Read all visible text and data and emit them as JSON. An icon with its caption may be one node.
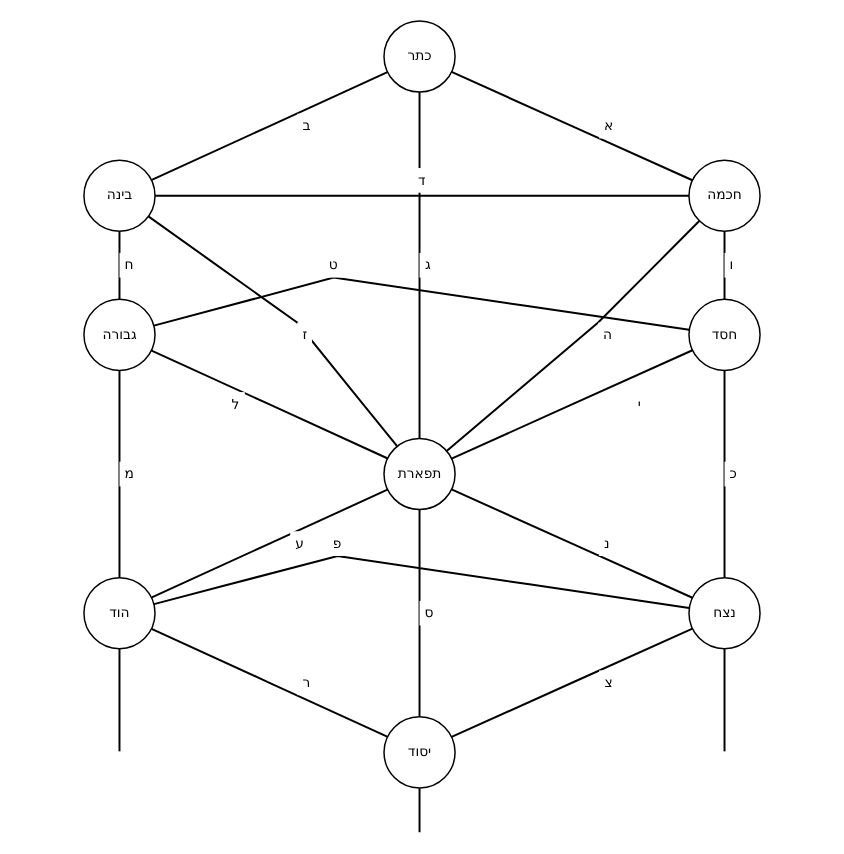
{
  "diagram": {
    "nodes": [
      {
        "text": [
          "כתר"
        ]
      },
      {
        "text": [
          "בינה"
        ]
      },
      {
        "text": [
          "חכמה"
        ]
      },
      {
        "text": [
          "גבורה"
        ]
      },
      {
        "text": [
          "חסד"
        ]
      },
      {
        "text": [
          "תפארת"
        ]
      },
      {
        "text": [
          "הוד"
        ]
      },
      {
        "text": [
          "נצח"
        ]
      },
      {
        "text": [
          "יסוד"
        ]
      }
    ],
    "edges": [
      {
        "from": 0,
        "to": 2,
        "arrow": "none",
        "label": "א"
      },
      {
        "from": 0,
        "to": 1,
        "arrow": "none",
        "label": "ב"
      },
      {
        "from": 0,
        "to": 5,
        "arrow": "none",
        "label": "ג"
      },
      {
        "from": 1,
        "to": 2,
        "arrow": "none",
        "label": "ד"
      },
      {
        "from": 2,
        "to": 5,
        "arrow": "none",
        "label": "ה"
      },
      {
        "from": 2,
        "to": 4,
        "arrow": "none",
        "label": "ו"
      },
      {
        "from": 1,
        "to": 5,
        "arrow": "none",
        "label": "ז"
      },
      {
        "from": 1,
        "to": 3,
        "arrow": "none",
        "label": "ח"
      },
      {
        "from": 3,
        "to": 4,
        "arrow": "none",
        "label": "ט"
      },
      {
        "from": 4,
        "to": 5,
        "arrow": "none",
        "label": "י"
      },
      {
        "from": 4,
        "to": 7,
        "arrow": "none",
        "label": "כ"
      },
      {
        "from": 3,
        "to": 5,
        "arrow": "none",
        "label": "ל"
      },
      {
        "from": 3,
        "to": 6,
        "arrow": "none",
        "label": "מ"
      },
      {
        "from": 5,
        "to": 7,
        "arrow": "none",
        "label": "נ"
      },
      {
        "from": 5,
        "to": 8,
        "arrow": "none",
        "label": "ס"
      },
      {
        "from": 5,
        "to": 6,
        "arrow": "none",
        "label": "ע"
      },
      {
        "from": 6,
        "to": 7,
        "arrow": "none",
        "label": "פ"
      },
      {
        "from": 7,
        "to": 8,
        "arrow": "none",
        "label": "צ"
      },
      {
        "from": 6,
        "to": 8,
        "arrow": "none",
        "label": "ר"
      },
      {
        "from": 6,
        "to": null,
        "arrow": "none"
      },
      {
        "from": 7,
        "to": null,
        "arrow": "none"
      },
      {
        "from": 8,
        "to": null,
        "arrow": "none"
      }
    ]
  }
}
